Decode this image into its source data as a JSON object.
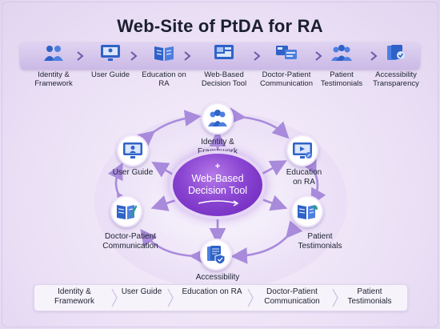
{
  "title": "Web-Site of PtDA for RA",
  "flow_steps": [
    {
      "label": "Identity & Framework",
      "icon": "people-icon"
    },
    {
      "label": "User Guide",
      "icon": "monitor-user-icon"
    },
    {
      "label": "Education on RA",
      "icon": "open-book-icon"
    },
    {
      "label": "Web-Based Decision Tool",
      "icon": "dashboard-icon"
    },
    {
      "label": "Doctor-Patient Communication",
      "icon": "screens-icon"
    },
    {
      "label": "Patient Testimonials",
      "icon": "patient-group-icon"
    },
    {
      "label": "Accessibility Transparency",
      "icon": "document-check-icon"
    }
  ],
  "hub": {
    "symbol": "+",
    "label": "Web-Based Decision Tool"
  },
  "nodes": [
    {
      "label": "Identity & Framework",
      "icon": "people-icon"
    },
    {
      "label": "Education on RA",
      "icon": "video-monitor-icon"
    },
    {
      "label": "Patient Testimonials",
      "icon": "book-leaf-icon"
    },
    {
      "label": "Accessibility",
      "icon": "shield-document-icon"
    },
    {
      "label": "Doctor-Patient Communication",
      "icon": "book-pen-icon"
    },
    {
      "label": "User Guide",
      "icon": "monitor-user-icon"
    }
  ],
  "bottom_steps": [
    "Identity & Framework",
    "User Guide",
    "Education on RA",
    "Doctor-Patient Communication",
    "Patient Testimonials"
  ],
  "colors": {
    "accent": "#7a34c8",
    "arrow": "#a98bdc",
    "icon_blue": "#2f62c8"
  }
}
